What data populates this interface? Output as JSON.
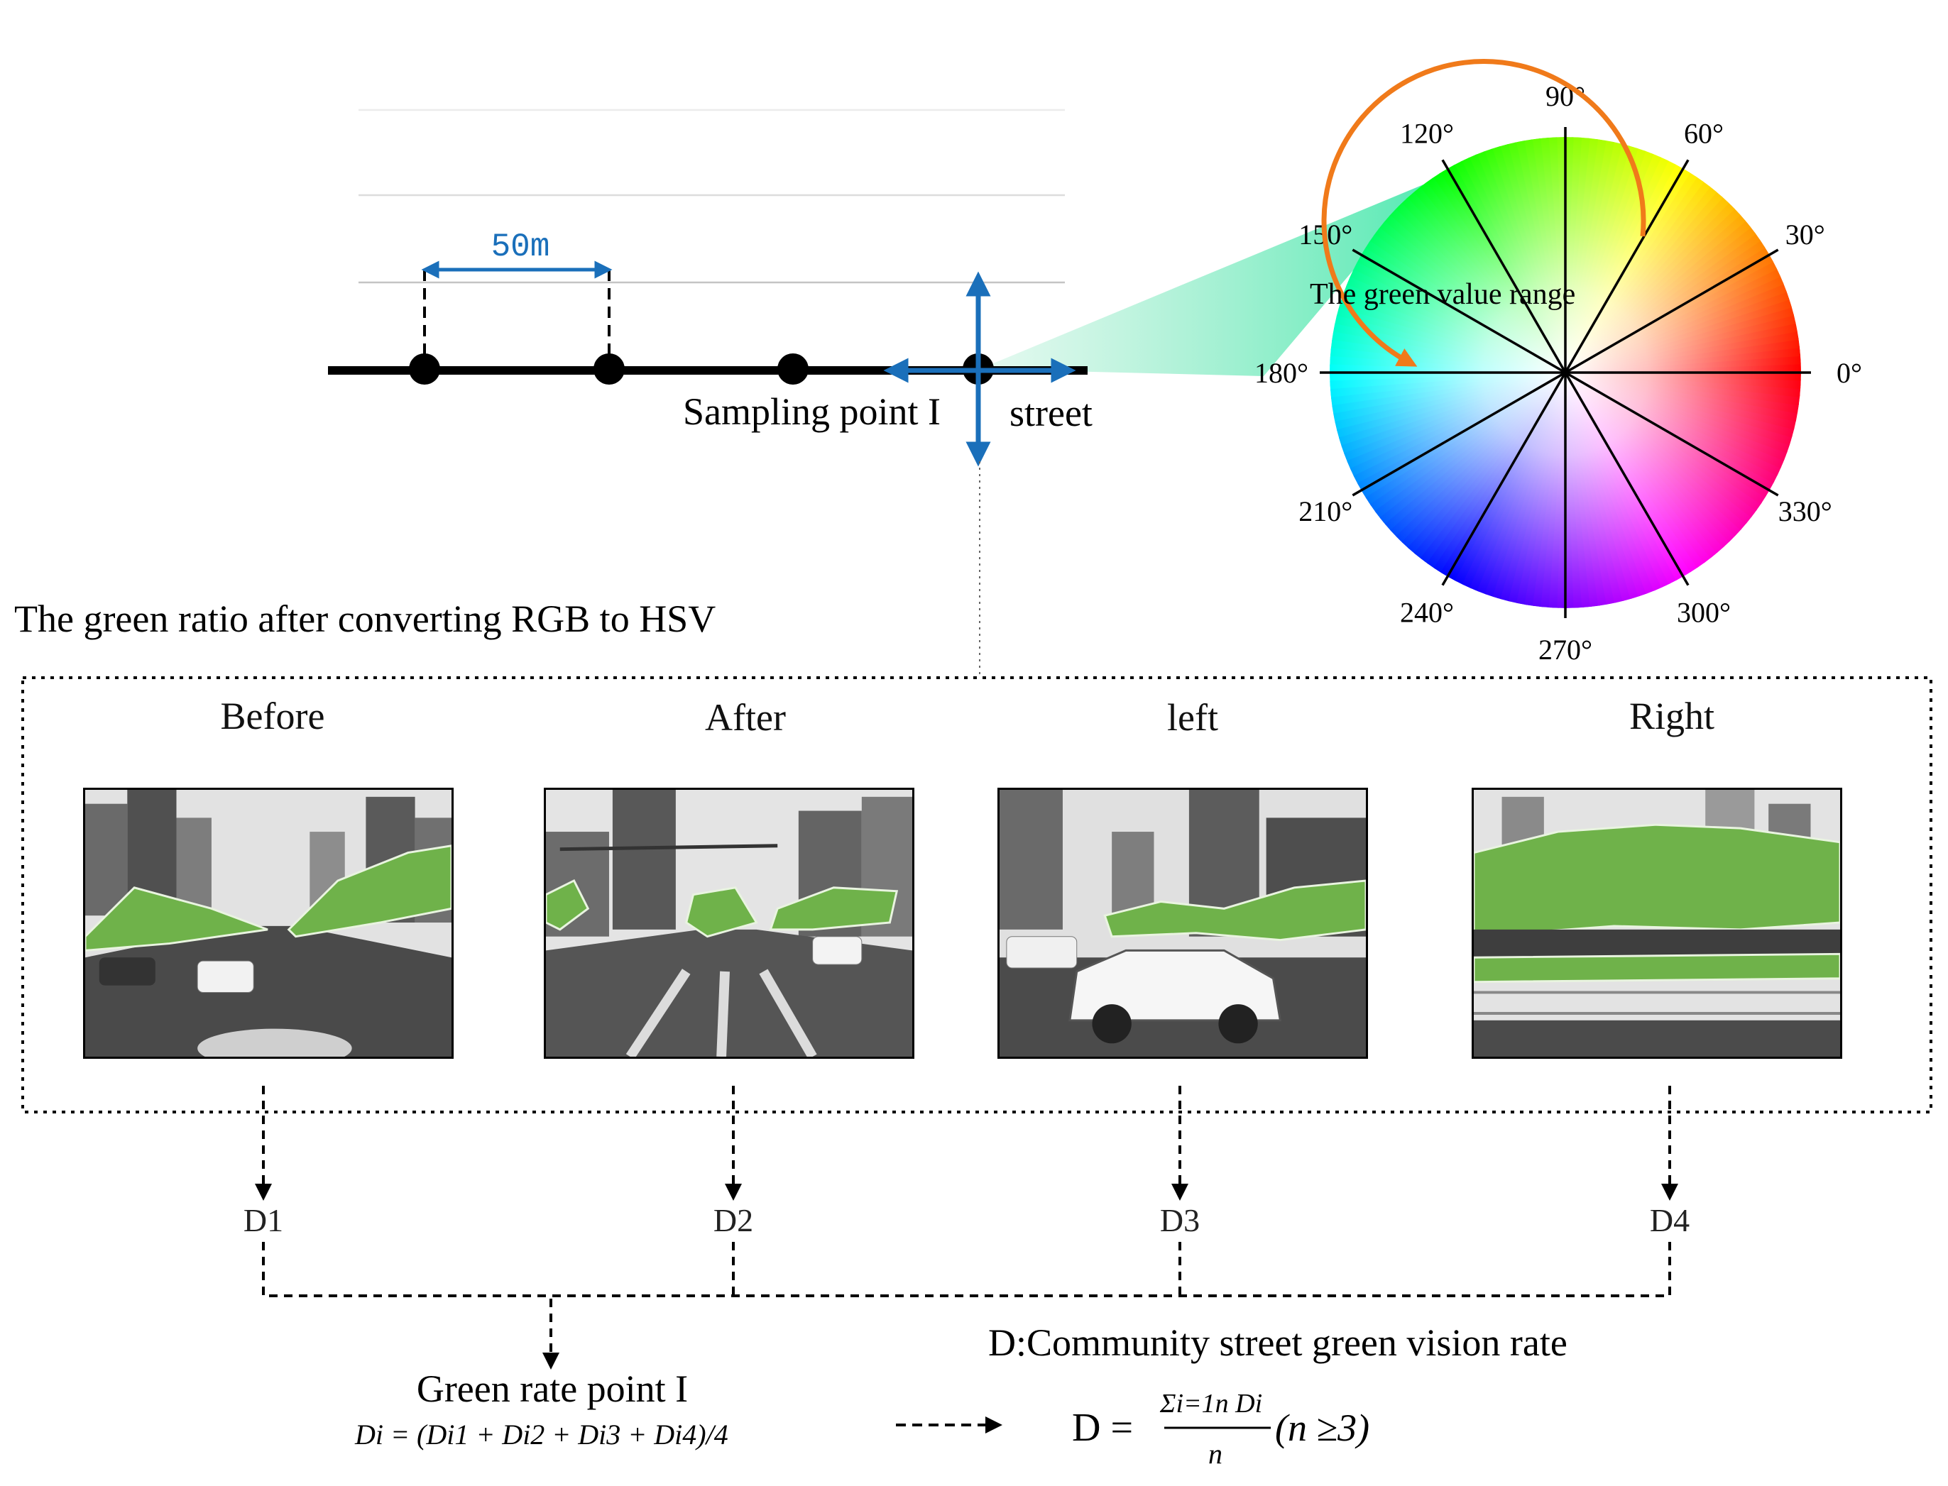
{
  "sampling": {
    "distance_label": "50m",
    "point_label": "Sampling point I",
    "street_label": "street"
  },
  "hsv_wheel": {
    "range_label": "The green value range",
    "angle_labels": [
      "0°",
      "30°",
      "60°",
      "90°",
      "120°",
      "150°",
      "180°",
      "210°",
      "240°",
      "270°",
      "300°",
      "330°"
    ]
  },
  "hsv_caption": "The green ratio after converting RGB to HSV",
  "photos": [
    {
      "label": "Before",
      "d_label": "D1"
    },
    {
      "label": "After",
      "d_label": "D2"
    },
    {
      "label": "left",
      "d_label": "D3"
    },
    {
      "label": "Right",
      "d_label": "D4"
    }
  ],
  "green_rate": {
    "title": "Green rate point I",
    "formula": "Di = (Di1 + Di2 + Di3 + Di4)/4"
  },
  "community": {
    "title": "D:Community street green vision rate",
    "formula_lhs": "D =",
    "formula_num": "Σi=1n Di",
    "formula_den": "n",
    "formula_cond": "(n ≥3)"
  },
  "colors": {
    "arrow_blue": "#1a6fba",
    "range_arc": "#f07a1a"
  }
}
